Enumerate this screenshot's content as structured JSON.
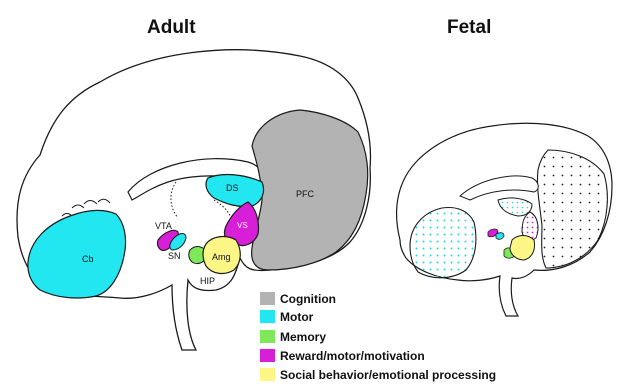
{
  "titles": {
    "adult": "Adult",
    "fetal": "Fetal"
  },
  "region_labels": {
    "cb": "Cb",
    "ds": "DS",
    "vs": "VS",
    "pfc": "PFC",
    "vta": "VTA",
    "sn": "SN",
    "amg": "Amg",
    "hip": "HIP"
  },
  "colors": {
    "cognition": "#b3b3b3",
    "motor": "#22e6f0",
    "memory": "#7ee85a",
    "reward": "#d81fd8",
    "social": "#fbf686",
    "outline": "#1a1a1a"
  },
  "legend": [
    {
      "label": "Cognition",
      "color": "#b3b3b3"
    },
    {
      "label": "Motor",
      "color": "#22e6f0"
    },
    {
      "label": "Memory",
      "color": "#7ee85a"
    },
    {
      "label": "Reward/motor/motivation",
      "color": "#d81fd8"
    },
    {
      "label": "Social behavior/emotional processing",
      "color": "#fbf686"
    }
  ]
}
